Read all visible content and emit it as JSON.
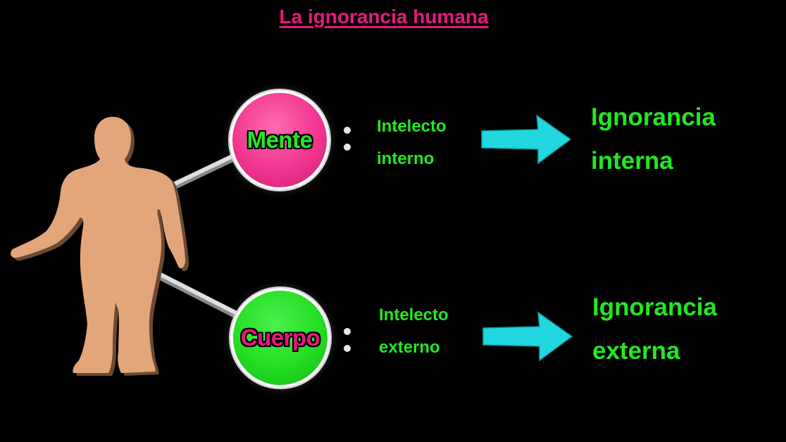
{
  "title": "La ignorancia humana",
  "colors": {
    "title": "#e8177f",
    "mind_circle": "#f0358f",
    "body_circle": "#22dd22",
    "text_green": "#22e822",
    "arrow": "#22d8e0",
    "figure_skin": "#e3a67a",
    "figure_shadow": "#6b4a33",
    "connector": "#e0e0e0",
    "background": "#000000"
  },
  "nodes": [
    {
      "label": "Mente",
      "intellect": [
        "Intelecto",
        "interno"
      ],
      "result": [
        "Ignorancia",
        "interna"
      ]
    },
    {
      "label": "Cuerpo",
      "intellect": [
        "Intelecto",
        "externo"
      ],
      "result": [
        "Ignorancia",
        "externa"
      ]
    }
  ],
  "icons": {
    "figure": "human-body-silhouette",
    "arrow": "right-arrow-icon"
  }
}
